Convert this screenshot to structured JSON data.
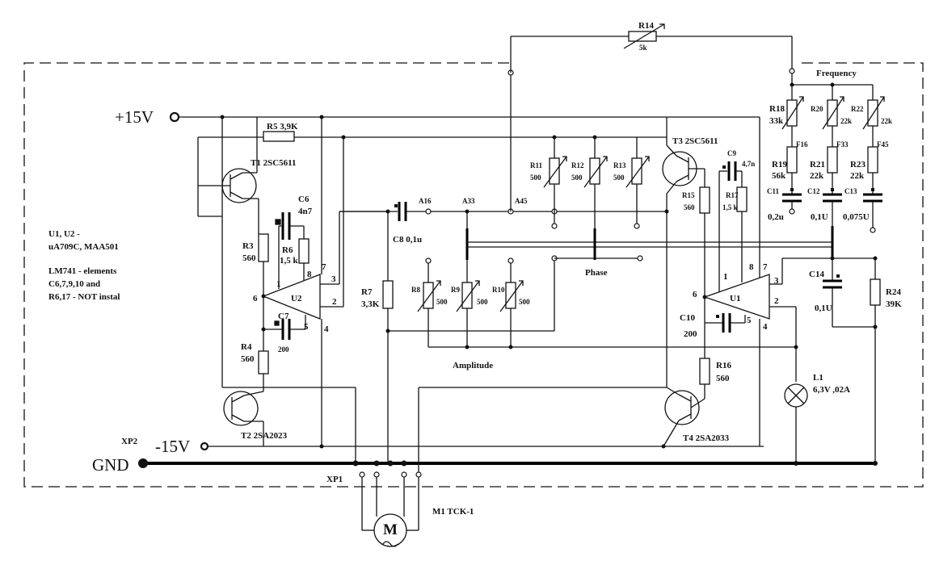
{
  "power": {
    "vplus": "+15V",
    "vminus": "-15V",
    "gnd": "GND",
    "xp1": "XP1",
    "xp2": "XP2"
  },
  "notes": [
    "U1, U2 -",
    "uA709C, MAA501",
    "LM741 - elements",
    "C6,7,9,10 and",
    "R6,17 - NOT instal"
  ],
  "labels": {
    "frequency": "Frequency",
    "phase": "Phase",
    "amplitude": "Amplitude",
    "a16": "A16",
    "a33": "A33",
    "a45": "A45",
    "f16": "F16",
    "f33": "F33",
    "f45": "F45"
  },
  "transistors": {
    "t1": "T1 2SC5611",
    "t2": "T2  2SA2023",
    "t3": "T3 2SC5611",
    "t4": "T4  2SA2033"
  },
  "ics": {
    "u1": "U1",
    "u2": "U2"
  },
  "pins": {
    "u2_1": "1",
    "u2_8": "8",
    "u2_7": "7",
    "u2_3": "3",
    "u2_2": "2",
    "u2_6": "6",
    "u2_5": "5",
    "u2_4": "4",
    "u1_1": "1",
    "u1_8": "8",
    "u1_7": "7",
    "u1_3": "3",
    "u1_2": "2",
    "u1_6": "6",
    "u1_5": "5",
    "u1_4": "4"
  },
  "resistors": {
    "r3": [
      "R3",
      "560"
    ],
    "r4": [
      "R4",
      "560"
    ],
    "r5": "R5  3,9K",
    "r6": [
      "R6",
      "1,5 k"
    ],
    "r7": [
      "R7",
      "3,3K"
    ],
    "r8": [
      "R8",
      "500"
    ],
    "r9": [
      "R9",
      "500"
    ],
    "r10": [
      "R10",
      "500"
    ],
    "r11": [
      "R11",
      "500"
    ],
    "r12": [
      "R12",
      "500"
    ],
    "r13": [
      "R13",
      "500"
    ],
    "r14": [
      "R14",
      "5k"
    ],
    "r15": [
      "R15",
      "560"
    ],
    "r16": [
      "R16",
      "560"
    ],
    "r17": [
      "R17",
      "1,5 k"
    ],
    "r18": [
      "R18",
      "33k"
    ],
    "r19": [
      "R19",
      "56k"
    ],
    "r20": [
      "R20",
      "22k"
    ],
    "r21": [
      "R21",
      "22k"
    ],
    "r22": [
      "R22",
      "22k"
    ],
    "r23": [
      "R23",
      "22k"
    ],
    "r24": [
      "R24",
      "39K"
    ]
  },
  "capacitors": {
    "c6": [
      "C6",
      "4n7"
    ],
    "c7": [
      "C7",
      "200"
    ],
    "c8": "C8  0,1u",
    "c9": [
      "C9",
      "4,7n"
    ],
    "c10": [
      "C10",
      "200"
    ],
    "c11": [
      "C11",
      "0,2u"
    ],
    "c12": [
      "C12",
      "0,1U"
    ],
    "c13": [
      "C13",
      "0,075U"
    ],
    "c14": [
      "C14",
      "0,1U"
    ]
  },
  "lamp": [
    "L1",
    "6,3V ,02A"
  ],
  "motor": {
    "name": "M1 TCK-1",
    "symbol": "M"
  }
}
